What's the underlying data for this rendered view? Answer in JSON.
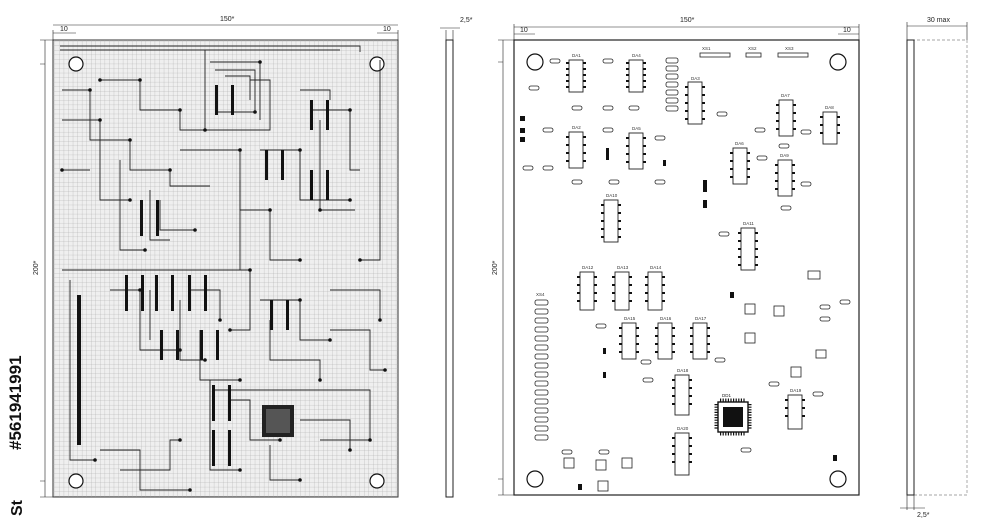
{
  "watermark": {
    "stock_id": "#561941991",
    "brand": "Adobe Stock"
  },
  "left_view": {
    "width_dim": "150*",
    "height_dim": "200*",
    "margin_dim": "10"
  },
  "side_view_left": {
    "thickness_dim": "2,5*"
  },
  "right_view": {
    "width_dim": "150*",
    "height_dim": "200*",
    "margin_dim": "10"
  },
  "side_view_right": {
    "top_dim": "30 max",
    "bottom_dim": "2,5*"
  },
  "components": {
    "ic_labels": [
      "DA1",
      "DA4",
      "DA3",
      "DA2",
      "DA5",
      "DA6",
      "DA7",
      "DA8",
      "DA9",
      "DA10",
      "DA11",
      "DA12",
      "DA13",
      "DA14",
      "DA15",
      "DA16",
      "DA17",
      "DA18",
      "DA19",
      "DA20"
    ],
    "connectors": [
      "XS1",
      "XS2",
      "XS3",
      "XS4"
    ],
    "qfp_label": "DD1"
  },
  "colors": {
    "ink": "#1a1a1a",
    "grid": "#9a9a9a",
    "grid_bg": "#e9e9e9",
    "board_bg": "#ffffff"
  }
}
